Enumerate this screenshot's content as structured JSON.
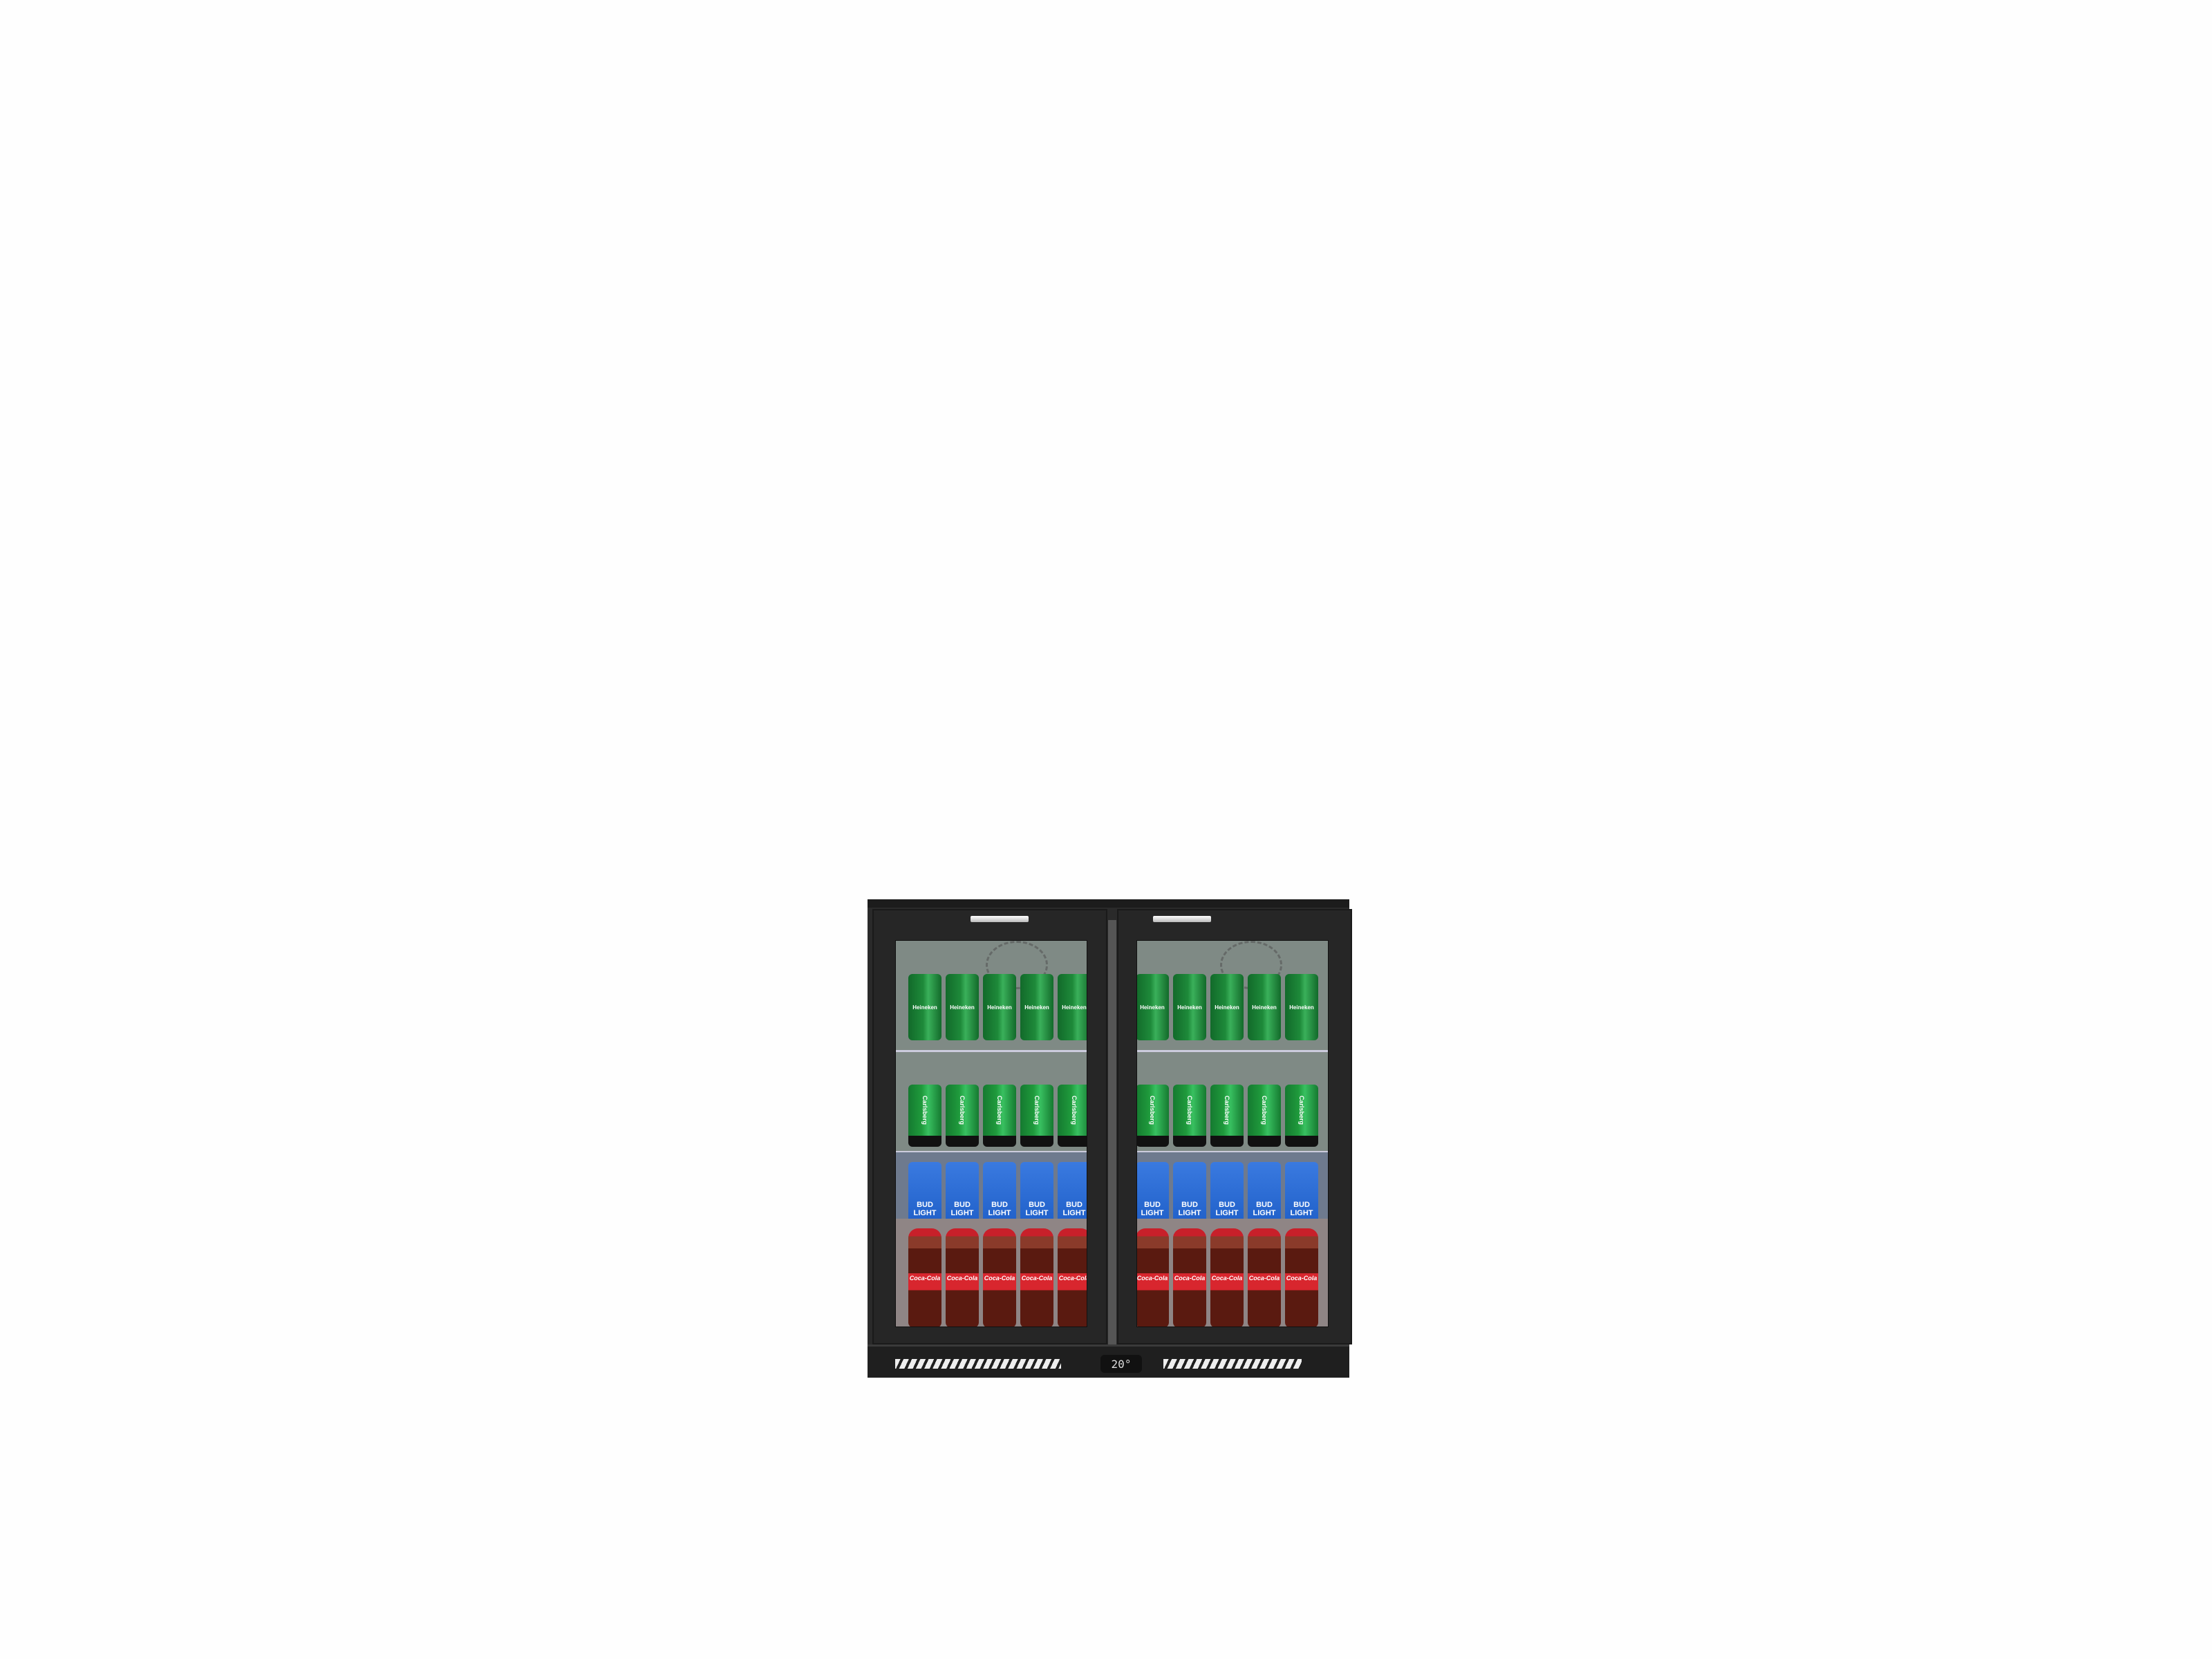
{
  "fridge": {
    "display_temperature": "20°",
    "rows": [
      {
        "product": "Heineken",
        "count_per_door": 5,
        "color": "#1e8a3a",
        "text_color": "#ffffff",
        "kind": "can"
      },
      {
        "product": "Carlsberg",
        "count_per_door": 5,
        "color": "#1f9a3c",
        "text_color": "#ffffff",
        "kind": "can"
      },
      {
        "product": "BUD LIGHT",
        "count_per_door": 5,
        "color": "#1f5fc8",
        "text_color": "#ffffff",
        "kind": "can"
      },
      {
        "product": "Coca-Cola",
        "count_per_door": 5,
        "color": "#5a1a10",
        "text_color": "#ffffff",
        "kind": "bottle"
      }
    ],
    "colors": {
      "body": "#2a2a2a",
      "glass_back": "#7f8a85",
      "coke_zone": "#8f8585",
      "bud_zone": "#6e7a8e"
    }
  }
}
